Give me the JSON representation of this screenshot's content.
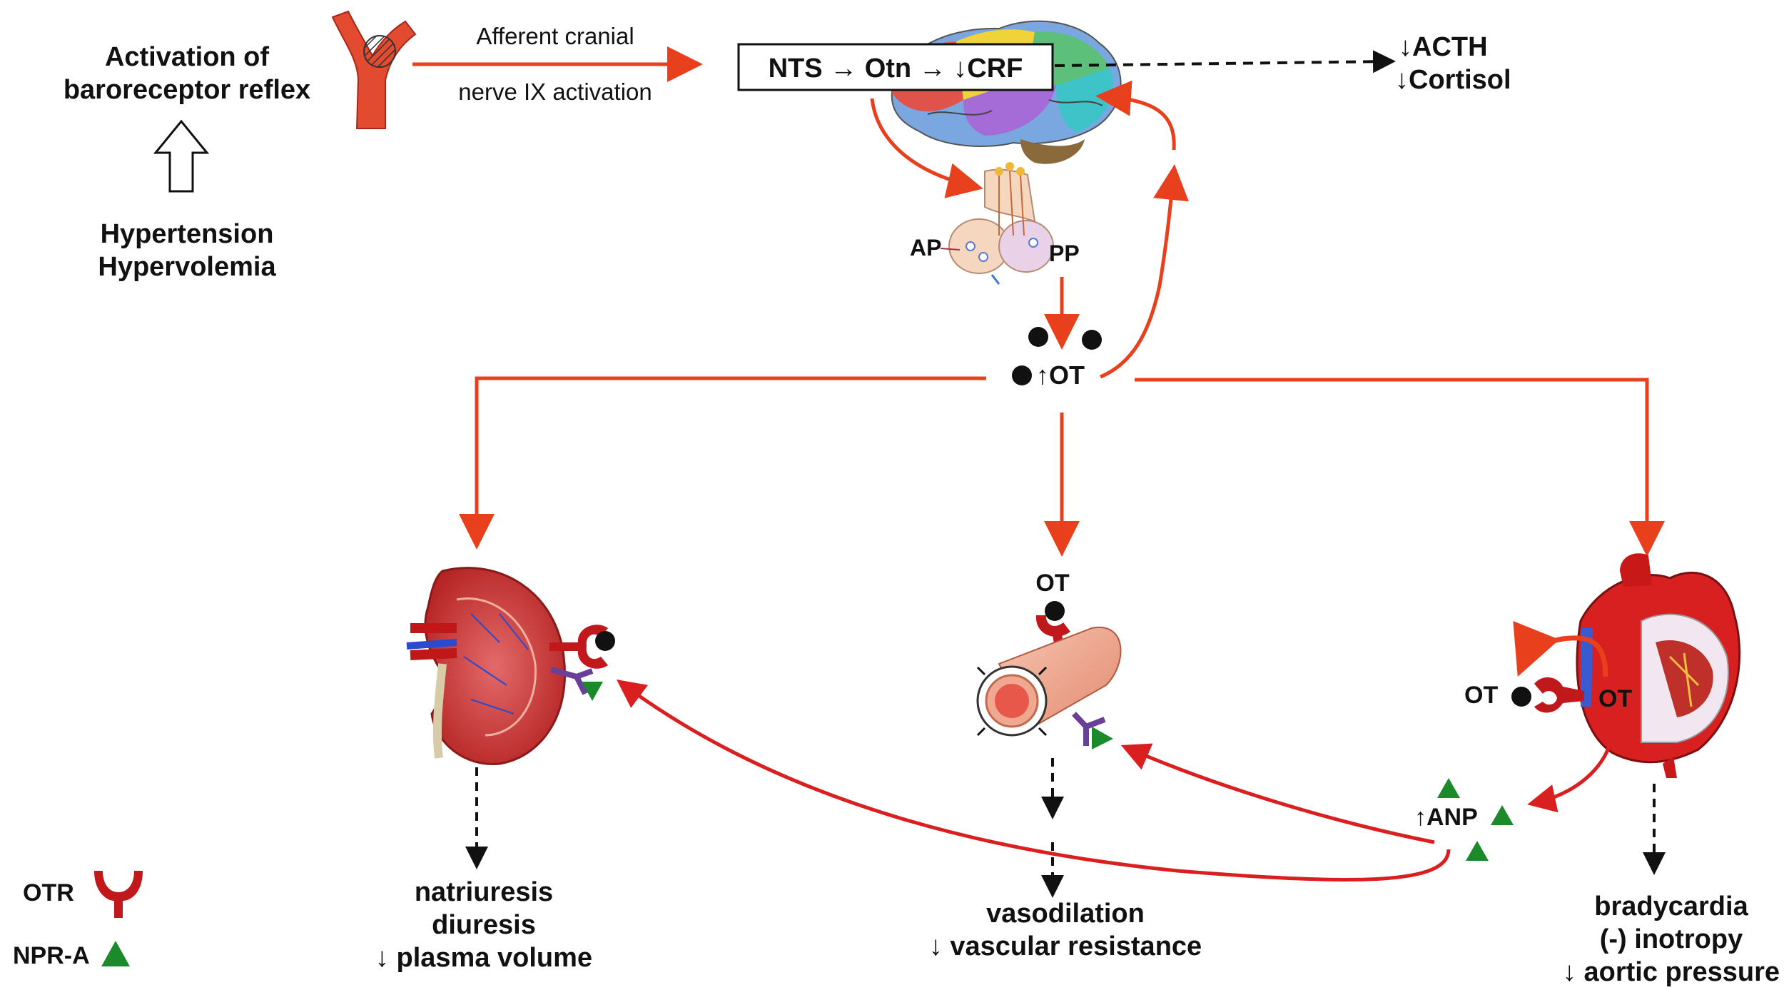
{
  "top": {
    "activation_line1": "Activation of",
    "activation_line2": "baroreceptor reflex",
    "trigger_line1": "Hypertension",
    "trigger_line2": "Hypervolemia",
    "afferent_line1": "Afferent cranial",
    "afferent_line2": "nerve IX activation",
    "pathway_box": "NTS → Otn → ↓CRF",
    "acth": "↓ACTH",
    "cortisol": "↓Cortisol",
    "ap_label": "AP",
    "pp_label": "PP",
    "ot_release": "↑OT"
  },
  "kidney": {
    "effect_line1": "natriuresis",
    "effect_line2": "diuresis",
    "effect_line3": "↓ plasma volume"
  },
  "vessel": {
    "ot_label": "OT",
    "effect_line1": "vasodilation",
    "effect_line2": "↓ vascular resistance"
  },
  "heart": {
    "ot_outer": "OT",
    "ot_inner": "OT",
    "anp_label": "↑ANP",
    "effect_line1": "bradycardia",
    "effect_line2": "(-) inotropy",
    "effect_line3": "↓ aortic pressure"
  },
  "legend": {
    "otr_label": "OTR",
    "npra_label": "NPR-A"
  },
  "colors": {
    "arrow_red": "#e8401c",
    "receptor_red": "#c0181b",
    "npra_green": "#1a8a2a",
    "npra_receptor_purple": "#6a3f9a",
    "ligand_black": "#111111"
  }
}
